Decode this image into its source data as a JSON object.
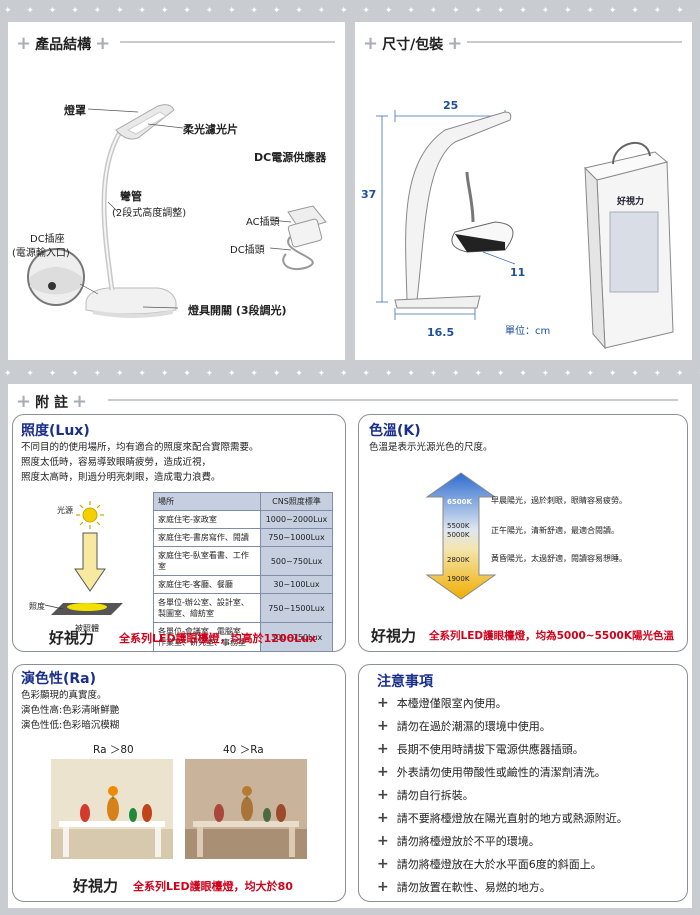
{
  "sections": {
    "structure_title": "產品結構",
    "size_title": "尺寸/包裝",
    "appendix_title": "附  註"
  },
  "structure": {
    "shade": "燈罩",
    "filter": "柔光濾光片",
    "dc_supply": "DC電源供應器",
    "tube": "彎管",
    "tube_note": "(2段式高度調整)",
    "ac_plug": "AC插頭",
    "dc_plug": "DC插頭",
    "dc_socket": "DC插座",
    "dc_socket_note": "(電源輸入口)",
    "switch": "燈具開關 (3段調光)"
  },
  "size": {
    "w": "25",
    "h": "37",
    "d": "11",
    "base": "16.5",
    "unit": "單位：cm"
  },
  "lux": {
    "title": "照度(Lux)",
    "line1": "不同目的的使用場所，均有適合的照度來配合實際需要。",
    "line2": "照度太低時，容易導致眼睛疲勞，造成近視，",
    "line3": "照度太高時，則過分明亮刺眼，造成電力浪費。",
    "light_label": "光源",
    "illum_label": "照度",
    "surface_label": "被照體",
    "table_head": [
      "場所",
      "CNS照度標準"
    ],
    "table_rows": [
      [
        "家庭住宅-家政室",
        "1000~2000Lux"
      ],
      [
        "家庭住宅-書房寫作、閱讀",
        "750~1000Lux"
      ],
      [
        "家庭住宅-臥室看書、工作室",
        "500~750Lux"
      ],
      [
        "家庭住宅-客廳、餐廳",
        "30~100Lux"
      ],
      [
        "各單位-辦公室、設計室、製圖室、繪紡室",
        "750~1500Lux"
      ],
      [
        "各單位-會議室、電腦室、作業室、研究室、事務室",
        "300~750Lux"
      ]
    ],
    "brand": "好視力",
    "promo": "全系列LED護眼檯燈，均高於1200Lux"
  },
  "kelvin": {
    "title": "色溫(K)",
    "desc": "色溫是表示光源光色的尺度。",
    "t1": "6500K",
    "t2a": "5500K",
    "t2b": "5000K",
    "t3": "2800K",
    "t4": "1900K",
    "d1": "早晨陽光，過於刺眼，眼睛容易疲勞。",
    "d2": "正午陽光，清新舒適，最適合閱讀。",
    "d3": "黃昏陽光，太過舒適，閱讀容易想睡。",
    "brand": "好視力",
    "promo": "全系列LED護眼檯燈，均為5000~5500K陽光色溫"
  },
  "ra": {
    "title": "演色性(Ra)",
    "line1": "色彩顯現的真實度。",
    "line2": "演色性高:色彩清晰鮮艷",
    "line3": "演色性低:色彩暗沉模糊",
    "img1_label": "Ra ＞80",
    "img2_label": "40 ＞Ra",
    "brand": "好視力",
    "promo": "全系列LED護眼檯燈，均大於80"
  },
  "notes": {
    "title": "注意事項",
    "items": [
      "本檯燈僅限室內使用。",
      "請勿在過於潮濕的環境中使用。",
      "長期不使用時請拔下電源供應器插頭。",
      "外表請勿使用帶酸性或鹼性的清潔劑清洗。",
      "請勿自行拆裝。",
      "請不要將檯燈放在陽光直射的地方或熱源附近。",
      "請勿將檯燈放於不平的環境。",
      "請勿將檯燈放在大於水平面6度的斜面上。",
      "請勿放置在軟性、易燃的地方。"
    ]
  },
  "colors": {
    "background": "#c9cdd2",
    "title_blue": "#1a2f8a",
    "promo_red": "#d0021b",
    "arrow_blue": "#3a7bd5",
    "arrow_yellow": "#f5b800"
  }
}
